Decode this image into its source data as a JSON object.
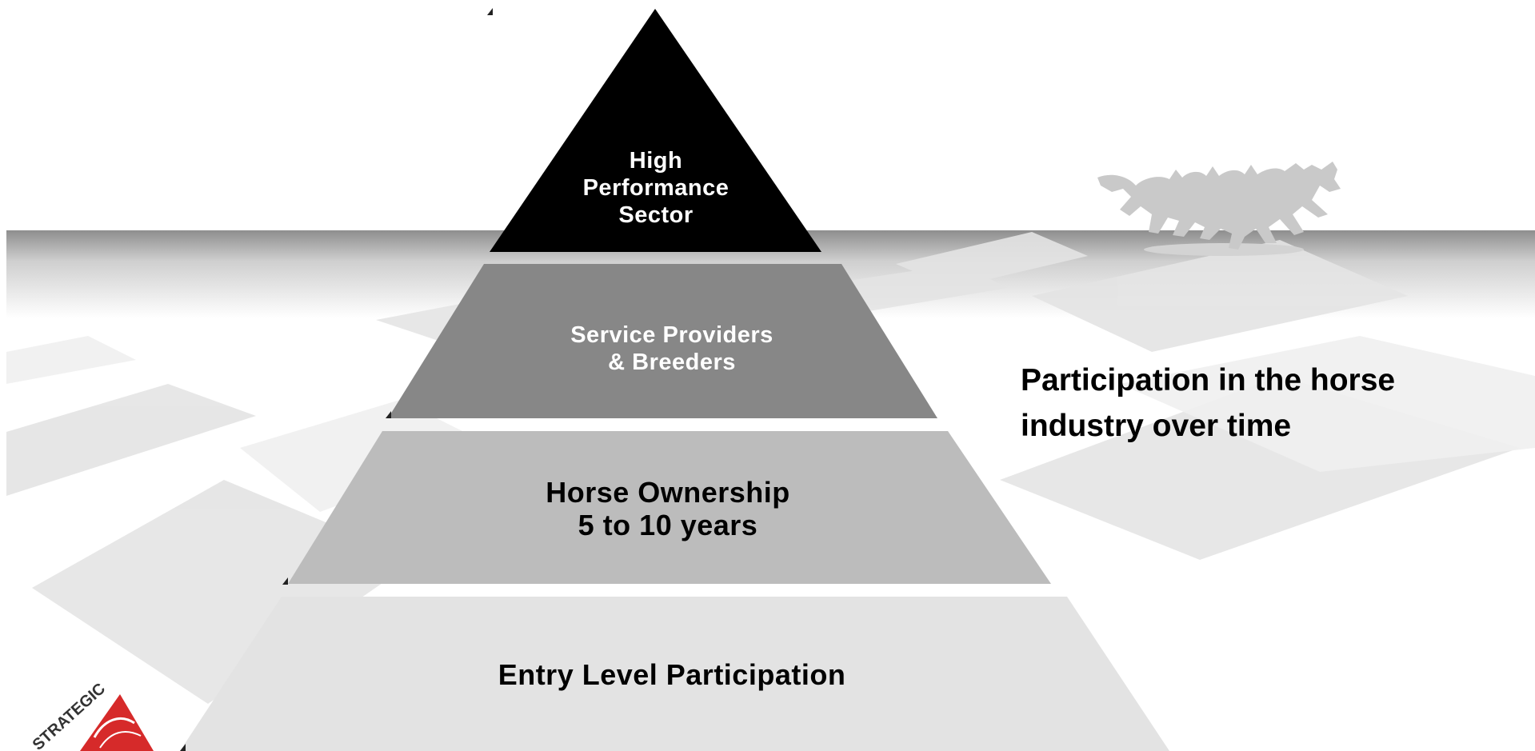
{
  "pyramid": {
    "tiers": [
      {
        "label": "High\nPerformance\nSector",
        "color": "#000000"
      },
      {
        "label": "Service Providers\n& Breeders",
        "color": "#878787"
      },
      {
        "label": "Horse Ownership\n5 to 10 years",
        "color": "#bcbcbc"
      },
      {
        "label": "Entry Level Participation",
        "color": "#e3e3e3"
      }
    ]
  },
  "caption": "Participation in the horse industry over time",
  "logo": {
    "text": "STRATEGIC",
    "color": "#d62a2a"
  },
  "decor": {
    "icon": "running-horses-icon"
  }
}
